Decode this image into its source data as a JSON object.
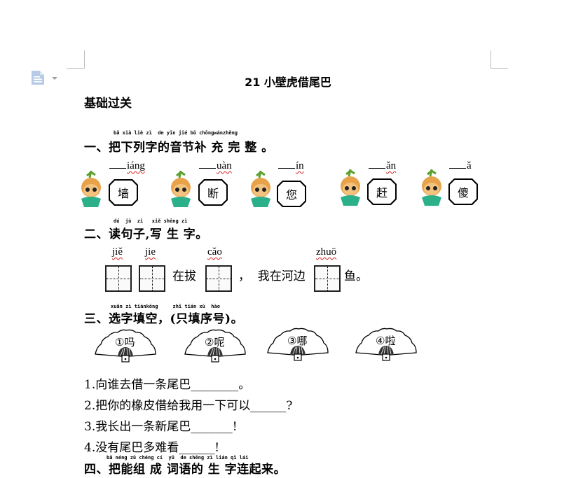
{
  "document": {
    "title": "21  小壁虎借尾巴",
    "subtitle": "基础过关"
  },
  "section1": {
    "heading": "一、把下列字的音节补 充 完 整 。",
    "ruby": "bǎ xià liè zì  de yīn jié bǔ chōngwánzhěng",
    "items": [
      {
        "pinyin": "iáng",
        "char": "墙"
      },
      {
        "pinyin": "uàn",
        "char": "断"
      },
      {
        "pinyin": "ín",
        "char": "您"
      },
      {
        "pinyin": "ǎn",
        "char": "赶"
      },
      {
        "pinyin": "ǎ",
        "char": "傻"
      }
    ]
  },
  "section2": {
    "heading": "二、读句子,写 生 字。",
    "ruby": "dú  jù  zi   xiě shēng zì",
    "pinyin": [
      "jiě",
      "jie",
      "cǎo",
      "zhuō"
    ],
    "text_1": "在拔",
    "text_2": "，  我在河边",
    "text_3": "鱼。"
  },
  "section3": {
    "heading": "三、选字填空，(只填序号)。",
    "ruby": "xuǎn zì tiánkōng     zhǐ tián xù  hào",
    "options": [
      "①吗",
      "②呢",
      "③哪",
      "④啦"
    ],
    "questions": [
      "1.向谁去借一条尾巴________。",
      "2.把你的橡皮借给我用一下可以______?",
      "3.我长出一条新尾巴_______!",
      "4.没有尾巴多难看______!"
    ]
  },
  "section4": {
    "heading": "四、把能组 成 词语的 生 字连起来。",
    "ruby": "bǎ néng zǔ chéng cí  yǔ  de shēng zì lián qǐ lái"
  },
  "colors": {
    "spell_underline": "#dd2222",
    "margin_marks": "#bdbdbd",
    "doc_icon": "#b8cbe6"
  }
}
